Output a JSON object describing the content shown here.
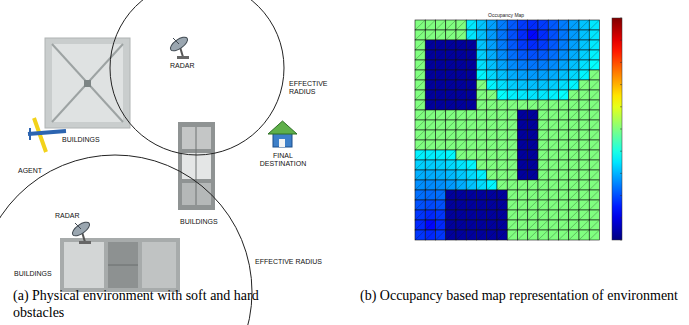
{
  "diagram": {
    "labels": [
      "RADAR",
      "EFFECTIVE RADIUS",
      "BUILDINGS",
      "BUILDINGS",
      "AGENT",
      "FINAL DESTINATION",
      "RADAR",
      "BUILDINGS",
      "EFFECTIVE RADIUS",
      "Occupancy Map",
      "(a) Physical environment with soft and hard obstacles",
      "(b) Occupancy based map representation of environment"
    ]
  }
}
